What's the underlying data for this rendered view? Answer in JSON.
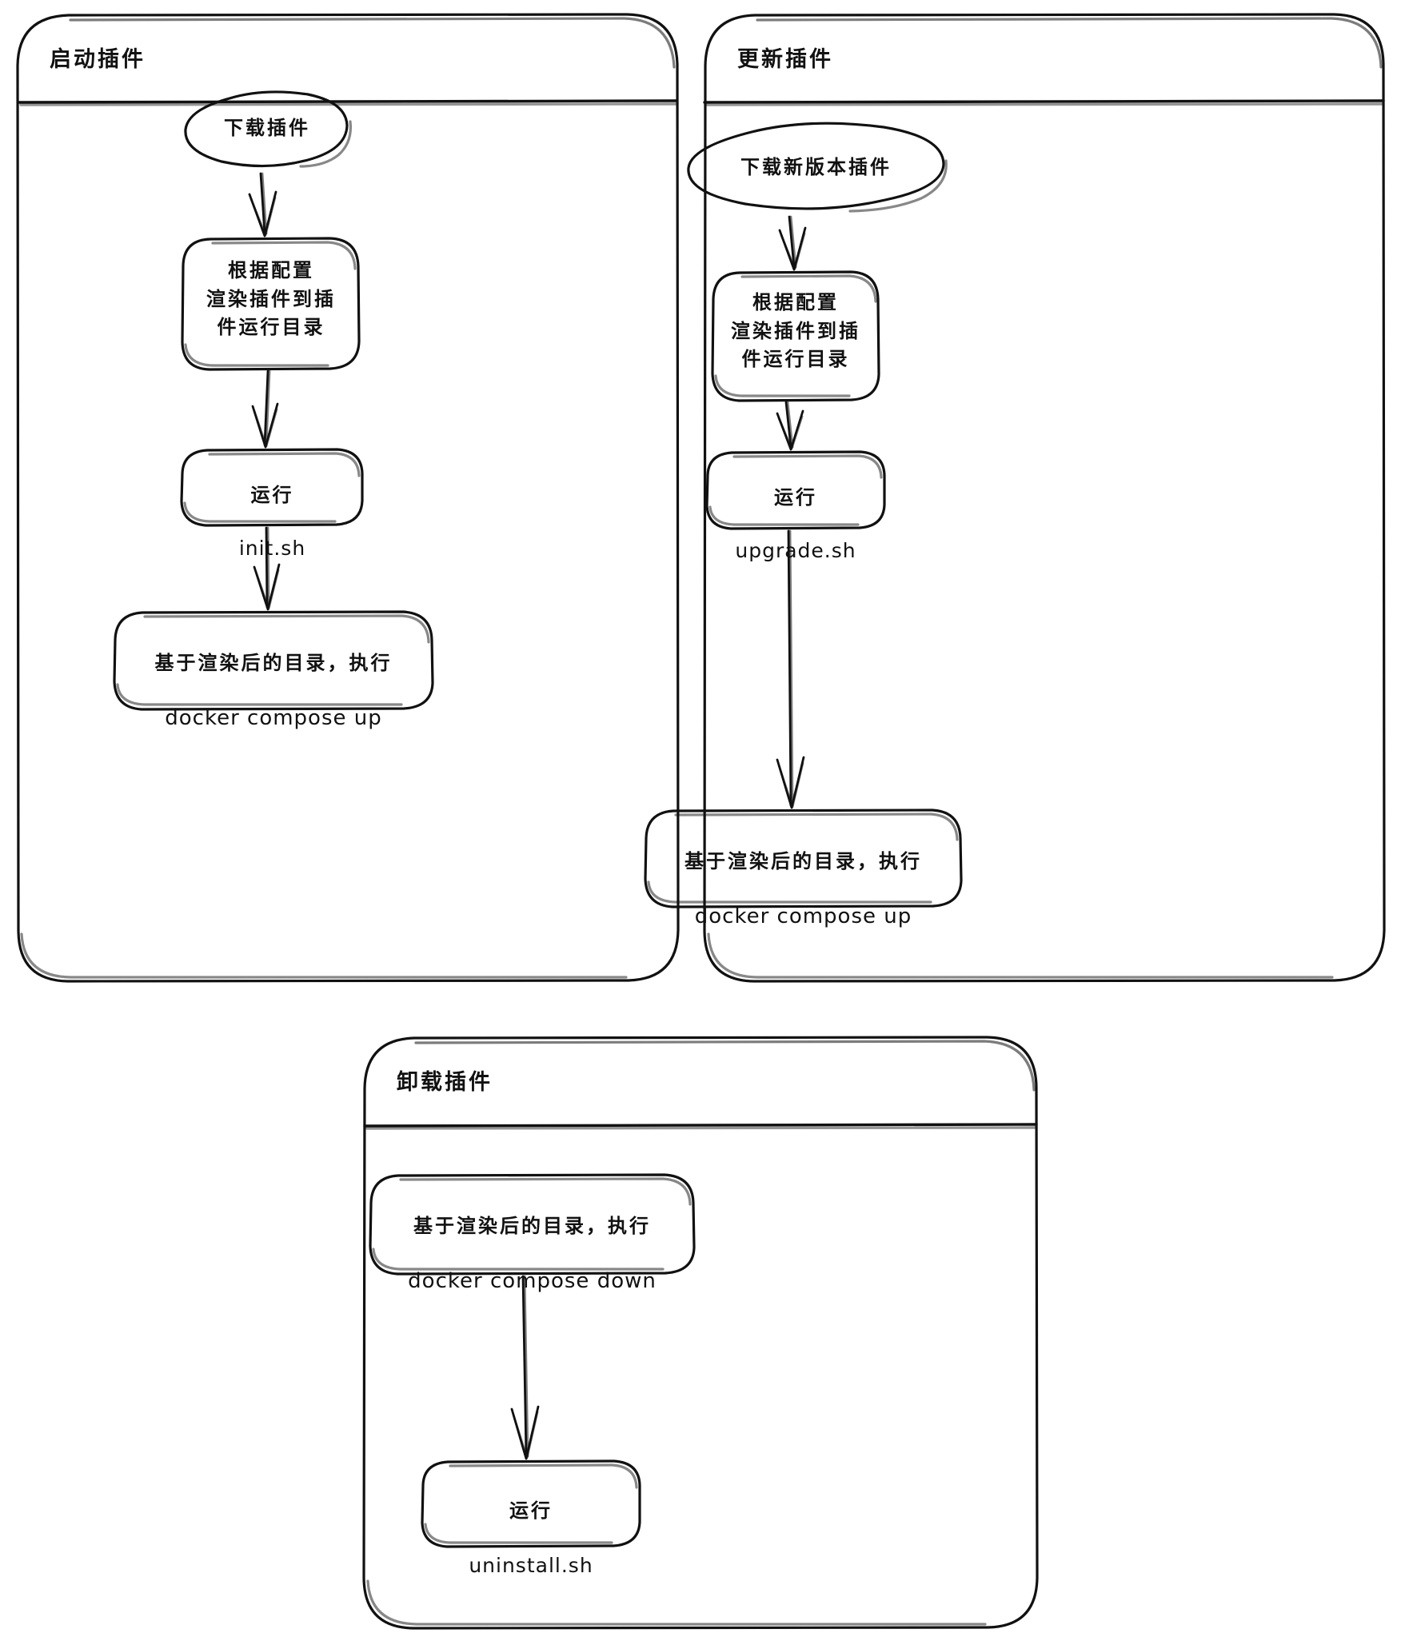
{
  "diagram": {
    "title_visible": false,
    "style": "hand-drawn-sketch",
    "stroke_color": "#111111",
    "background_color": "#ffffff",
    "panels": [
      {
        "id": "start-plugin",
        "title": "启动插件",
        "nodes": [
          {
            "id": "download-plugin",
            "shape": "ellipse",
            "text": "下载插件"
          },
          {
            "id": "render-plugin-dir",
            "shape": "rounded-rect",
            "text": "根据配置\n渲染插件到插\n件运行目录"
          },
          {
            "id": "run-init-sh",
            "shape": "rounded-rect",
            "line1": "运行",
            "line2": "init.sh"
          },
          {
            "id": "docker-compose-up",
            "shape": "rounded-rect",
            "line1": "基于渲染后的目录，执行",
            "line2": "docker compose up"
          }
        ],
        "edges": [
          {
            "from": "download-plugin",
            "to": "render-plugin-dir"
          },
          {
            "from": "render-plugin-dir",
            "to": "run-init-sh"
          },
          {
            "from": "run-init-sh",
            "to": "docker-compose-up"
          }
        ]
      },
      {
        "id": "update-plugin",
        "title": "更新插件",
        "nodes": [
          {
            "id": "download-new-version",
            "shape": "ellipse",
            "text": "下载新版本插件"
          },
          {
            "id": "render-plugin-dir-2",
            "shape": "rounded-rect",
            "text": "根据配置\n渲染插件到插\n件运行目录"
          },
          {
            "id": "run-upgrade-sh",
            "shape": "rounded-rect",
            "line1": "运行",
            "line2": "upgrade.sh"
          },
          {
            "id": "docker-compose-up-2",
            "shape": "rounded-rect",
            "line1": "基于渲染后的目录，执行",
            "line2": "docker compose up"
          }
        ],
        "edges": [
          {
            "from": "download-new-version",
            "to": "render-plugin-dir-2"
          },
          {
            "from": "render-plugin-dir-2",
            "to": "run-upgrade-sh"
          },
          {
            "from": "run-upgrade-sh",
            "to": "docker-compose-up-2"
          }
        ]
      },
      {
        "id": "uninstall-plugin",
        "title": "卸载插件",
        "nodes": [
          {
            "id": "docker-compose-down",
            "shape": "rounded-rect",
            "line1": "基于渲染后的目录，执行",
            "line2": "docker compose down"
          },
          {
            "id": "run-uninstall-sh",
            "shape": "rounded-rect",
            "line1": "运行",
            "line2": "uninstall.sh"
          }
        ],
        "edges": [
          {
            "from": "docker-compose-down",
            "to": "run-uninstall-sh"
          }
        ]
      }
    ]
  }
}
